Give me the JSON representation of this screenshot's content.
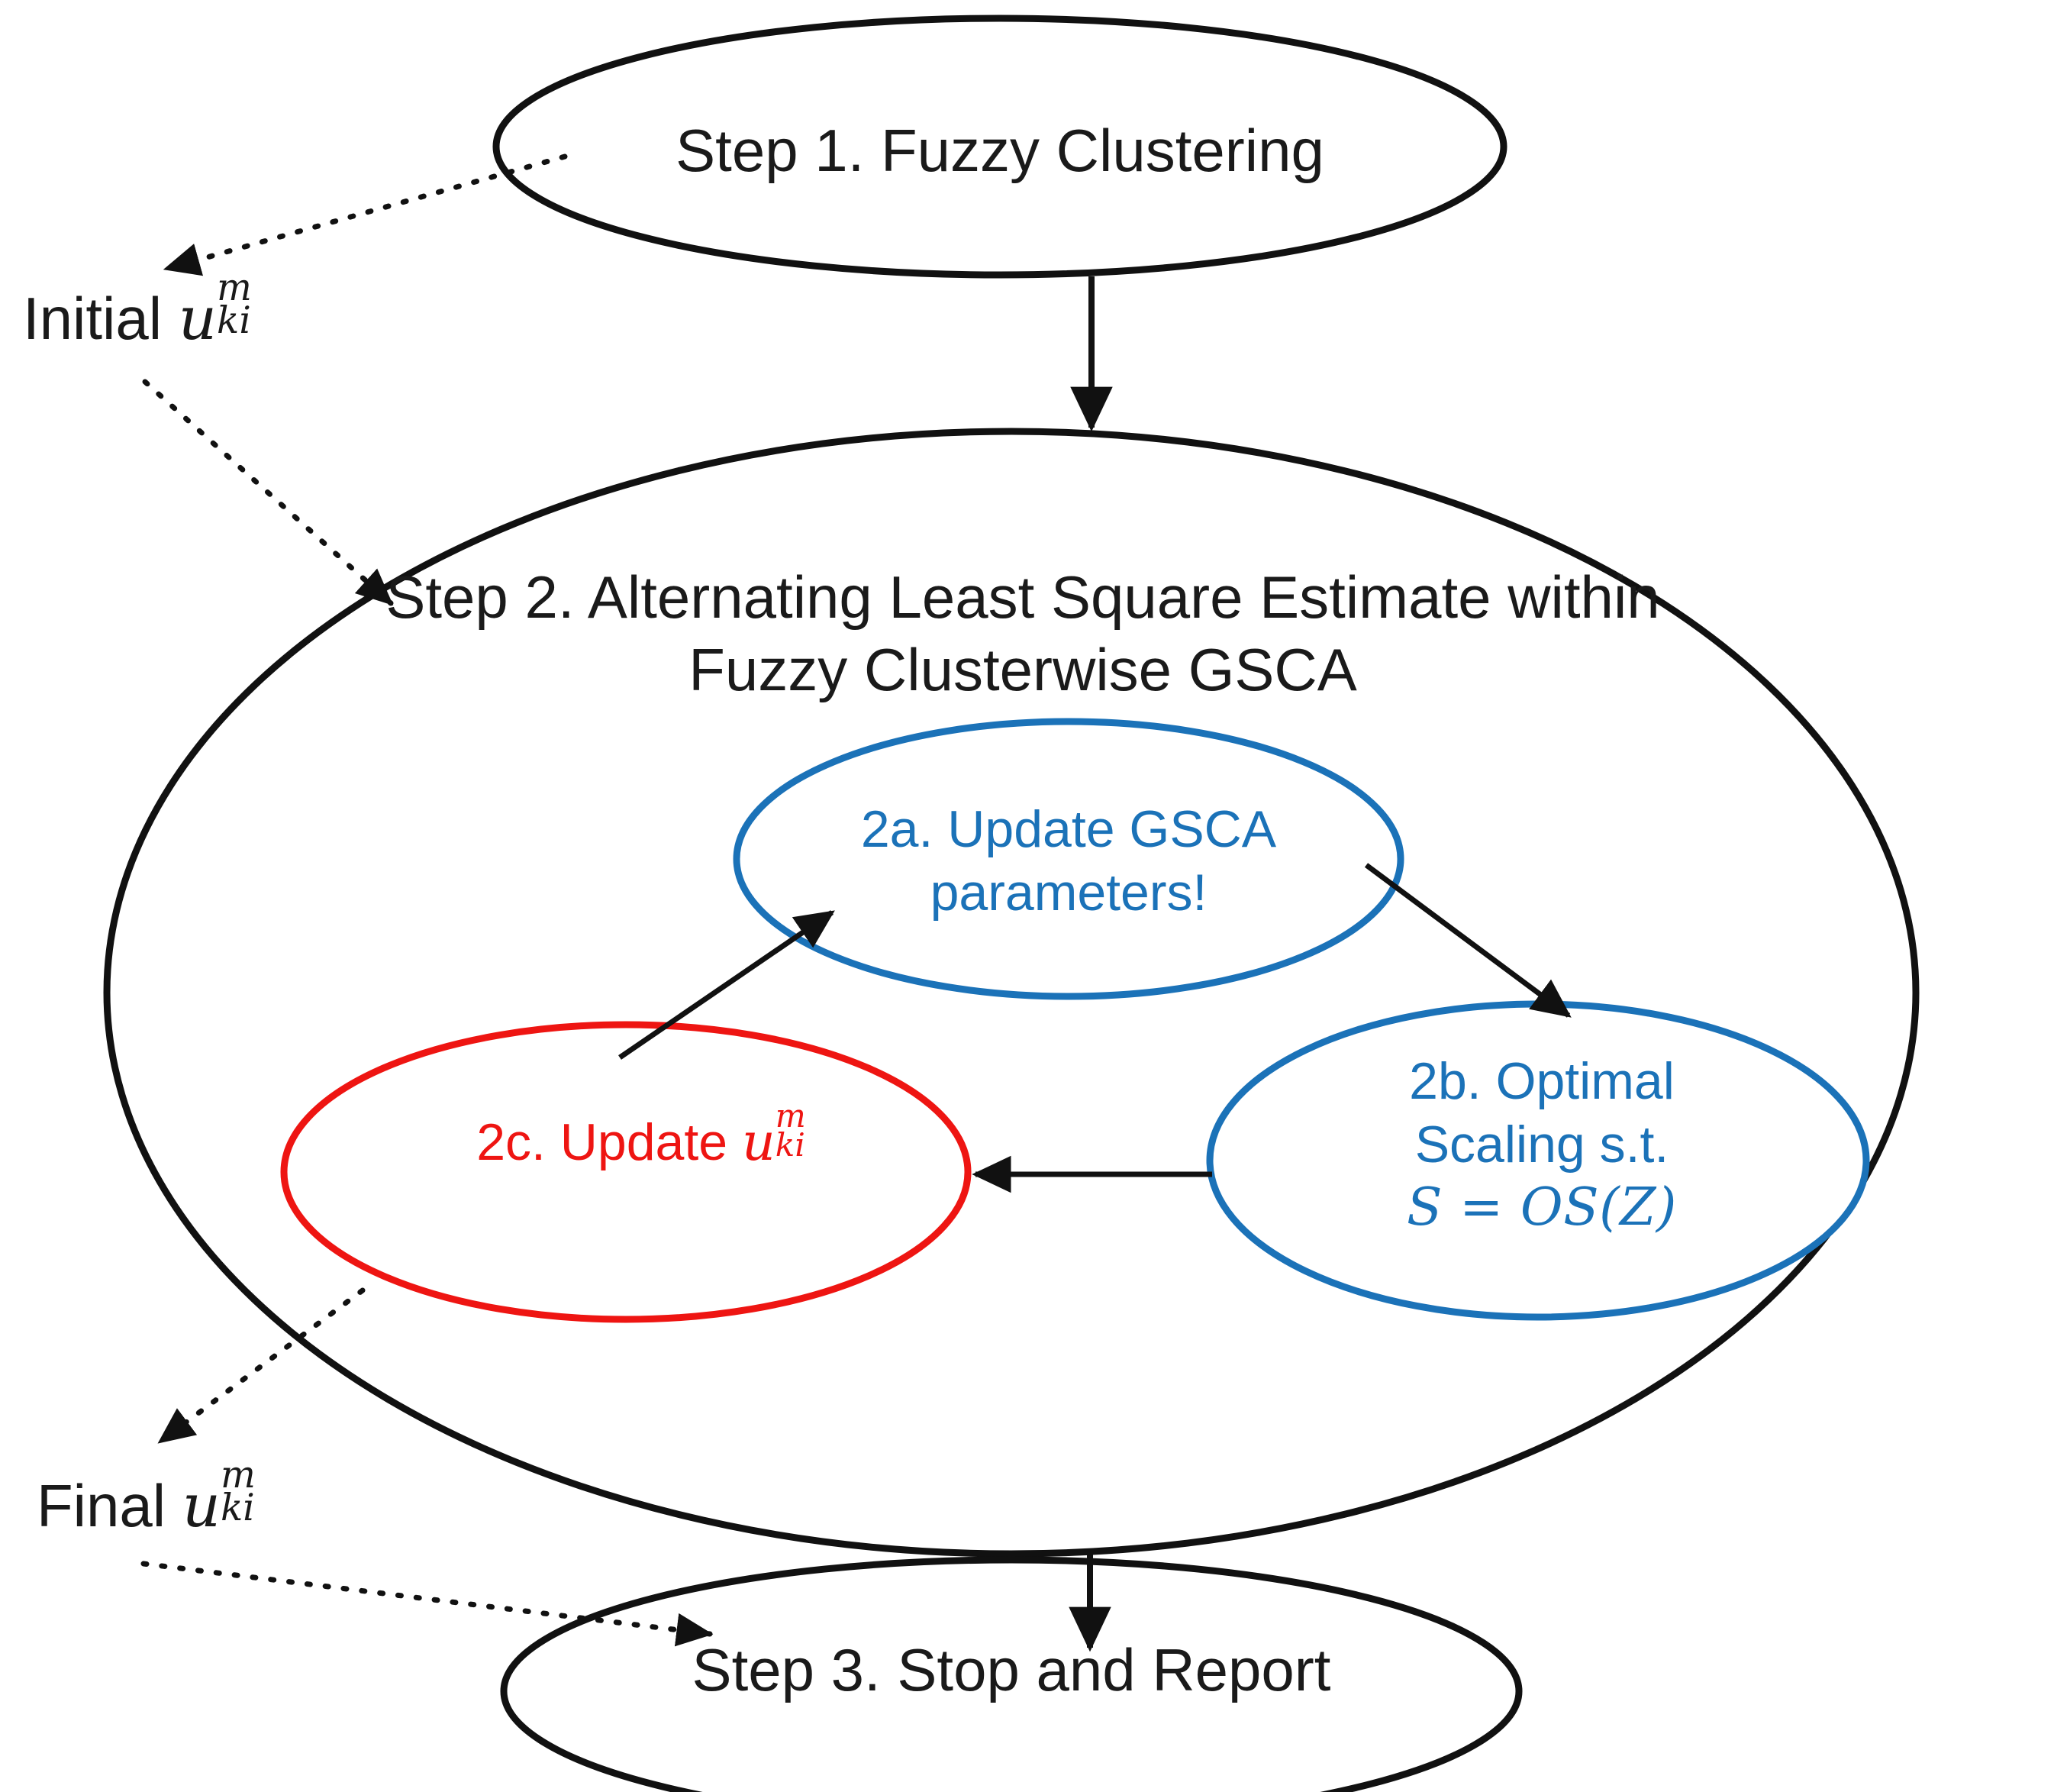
{
  "diagram": {
    "title_step1": "Step 1. Fuzzy Clustering",
    "step2_line1": "Step 2. Alternating Least Square Estimate within",
    "step2_line2": "Fuzzy Clusterwise GSCA",
    "node2a_line1": "2a. Update GSCA",
    "node2a_line2": "parameters!",
    "node2b_line1": "2b. Optimal",
    "node2b_line2": "Scaling s.t.",
    "node2b_equation": "S = OS(Z)",
    "node2c_prefix": "2c. Update ",
    "title_step3": "Step 3. Stop and Report",
    "initial_prefix": "Initial ",
    "final_prefix": "Final ",
    "math_u_base": "u",
    "math_u_sup": "m",
    "math_u_sub": "ki"
  },
  "colors": {
    "outline_black": "#1a1a1a",
    "blue": "#1b72b8",
    "red": "#ee1512",
    "background": "#ffffff"
  },
  "edges": [
    {
      "name": "step1-to-step2",
      "style": "solid",
      "label": ""
    },
    {
      "name": "step2-to-step3",
      "style": "solid",
      "label": ""
    },
    {
      "name": "step1-to-initial",
      "style": "dotted",
      "label": ""
    },
    {
      "name": "initial-to-step2",
      "style": "dotted",
      "label": ""
    },
    {
      "name": "node2c-to-final",
      "style": "dotted",
      "label": ""
    },
    {
      "name": "final-to-step3",
      "style": "dotted",
      "label": ""
    },
    {
      "name": "node2c-to-node2a",
      "style": "solid",
      "label": ""
    },
    {
      "name": "node2a-to-node2b",
      "style": "solid",
      "label": ""
    },
    {
      "name": "node2b-to-node2c",
      "style": "solid",
      "label": ""
    }
  ]
}
